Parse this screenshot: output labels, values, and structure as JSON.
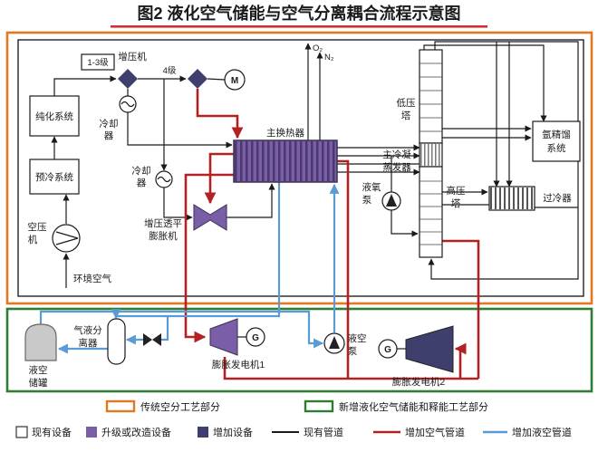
{
  "title": "图2  液化空气储能与空气分离耦合流程示意图",
  "colors": {
    "traditional_border": "#E0791F",
    "laes_border": "#2E7D32",
    "added_air_pipe": "#B22222",
    "added_liquid_pipe": "#5B9BD5",
    "upgraded_equipment": "#7A5FA8",
    "added_equipment": "#3F3F6E",
    "existing_line": "#1A1A1A",
    "title_underline": "#D03030"
  },
  "gases": {
    "o2": "O₂",
    "n2": "N₂"
  },
  "equipment": {
    "stage_1_3": "1-3级",
    "booster": "增压机",
    "stage_4": "4级",
    "motor": "M",
    "cooler": [
      "冷却",
      "器"
    ],
    "purification": "纯化系统",
    "precooling": "预冷系统",
    "air_compressor": [
      "空压",
      "机"
    ],
    "ambient_air": "环境空气",
    "booster_turbo_expander": [
      "增压透平",
      "膨胀机"
    ],
    "main_heat_exchanger": "主换热器",
    "lox_pump": [
      "液氧",
      "泵"
    ],
    "lp_column": [
      "低压",
      "塔"
    ],
    "main_condenser": [
      "主冷凝",
      "蒸发器"
    ],
    "hp_column": [
      "高压",
      "塔"
    ],
    "argon_system": [
      "氩精馏",
      "系统"
    ],
    "subcooler": "过冷器",
    "liquid_air_tank": [
      "液空",
      "储罐"
    ],
    "gas_liquid_separator": [
      "气液分",
      "离器"
    ],
    "expansion_generator1": "膨胀发电机1",
    "liquid_air_pump": [
      "液空",
      "泵"
    ],
    "expansion_generator2": "膨胀发电机2",
    "generator": "G"
  },
  "legend": {
    "traditional": "传统空分工艺部分",
    "new_laes": "新增液化空气储能和释能工艺部分",
    "existing_equipment": "现有设备",
    "upgraded_equipment": "升级或改造设备",
    "added_equipment": "增加设备",
    "existing_pipe": "现有管道",
    "added_air_pipe": "增加空气管道",
    "added_liquid_pipe": "增加液空管道"
  }
}
